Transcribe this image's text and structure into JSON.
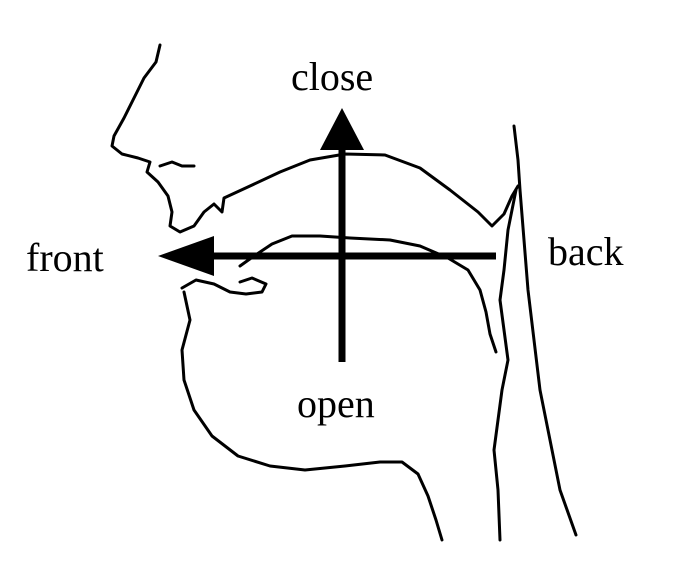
{
  "diagram": {
    "labels": {
      "close": "close",
      "front": "front",
      "back": "back",
      "open": "open"
    },
    "colors": {
      "line": "#000000",
      "background": "#ffffff"
    }
  }
}
